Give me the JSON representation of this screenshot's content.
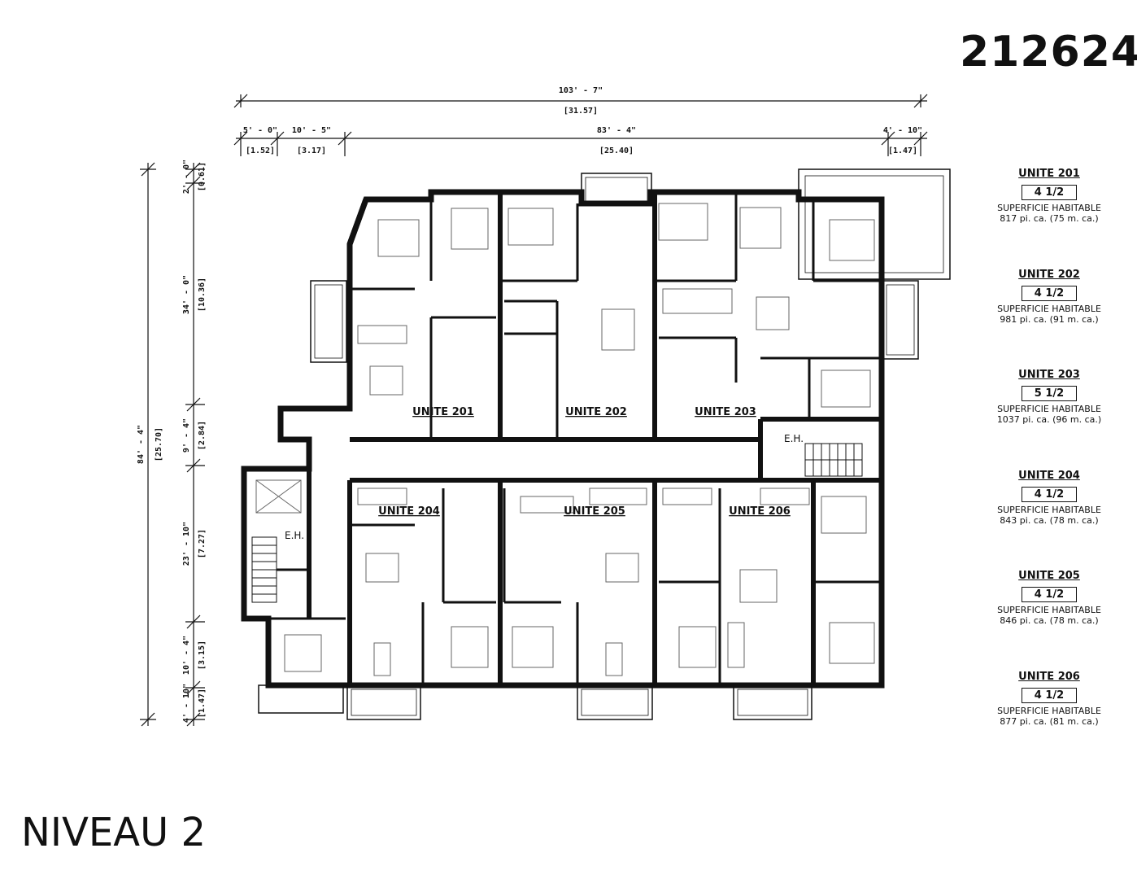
{
  "project_number": "212624",
  "level_title": "NIVEAU 2",
  "dimensions": {
    "top_overall": {
      "ft": "103' - 7\"",
      "m": "[31.57]"
    },
    "top_segments": [
      {
        "ft": "5' - 0\"",
        "m": "[1.52]"
      },
      {
        "ft": "10' - 5\"",
        "m": "[3.17]"
      },
      {
        "ft": "83' - 4\"",
        "m": "[25.40]"
      },
      {
        "ft": "4' - 10\"",
        "m": "[1.47]"
      }
    ],
    "left_overall": {
      "ft": "84' - 4\"",
      "m": "[25.70]"
    },
    "left_segments": [
      {
        "ft": "2' - 0\"",
        "m": "[0.61]"
      },
      {
        "ft": "34' - 0\"",
        "m": "[10.36]"
      },
      {
        "ft": "9' - 4\"",
        "m": "[2.84]"
      },
      {
        "ft": "23' - 10\"",
        "m": "[7.27]"
      },
      {
        "ft": "10' - 4\"",
        "m": "[3.15]"
      },
      {
        "ft": "4' - 10\"",
        "m": "[1.47]"
      }
    ]
  },
  "plan_labels": {
    "unit_201": "UNITE 201",
    "unit_202": "UNITE 202",
    "unit_203": "UNITE 203",
    "unit_204": "UNITE 204",
    "unit_205": "UNITE 205",
    "unit_206": "UNITE 206",
    "stair_1": "E.H.",
    "stair_2": "E.H."
  },
  "legend": [
    {
      "name": "UNITE 201",
      "type": "4 1/2",
      "label": "SUPERFICIE HABITABLE",
      "area": "817 pi. ca. (75 m. ca.)"
    },
    {
      "name": "UNITE 202",
      "type": "4 1/2",
      "label": "SUPERFICIE HABITABLE",
      "area": "981 pi. ca. (91 m. ca.)"
    },
    {
      "name": "UNITE 203",
      "type": "5 1/2",
      "label": "SUPERFICIE HABITABLE",
      "area": "1037 pi. ca. (96 m. ca.)"
    },
    {
      "name": "UNITE 204",
      "type": "4 1/2",
      "label": "SUPERFICIE HABITABLE",
      "area": "843 pi. ca. (78 m. ca.)"
    },
    {
      "name": "UNITE 205",
      "type": "4 1/2",
      "label": "SUPERFICIE HABITABLE",
      "area": "846 pi. ca. (78 m. ca.)"
    },
    {
      "name": "UNITE 206",
      "type": "4 1/2",
      "label": "SUPERFICIE HABITABLE",
      "area": "877 pi. ca. (81 m. ca.)"
    }
  ]
}
